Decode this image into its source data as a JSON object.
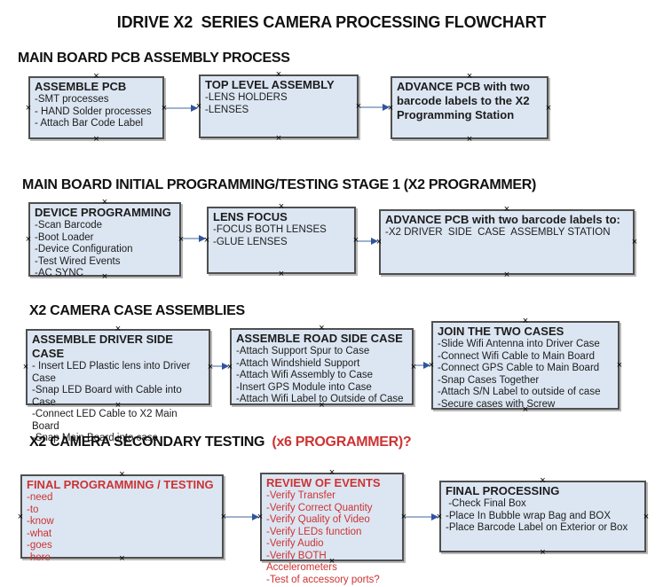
{
  "title": "IDRIVE X2  SERIES CAMERA PROCESSING FLOWCHART",
  "colors": {
    "box_fill": "#dce6f2",
    "box_border": "#4f4f4f",
    "red_text": "#cc3333",
    "arrow_line": "#9fb3cc",
    "arrow_head": "#31549f",
    "heading_text": "#111111",
    "body_text": "#1c1c1c"
  },
  "handle_glyph": "×",
  "sections": [
    {
      "header": "MAIN BOARD PCB ASSEMBLY PROCESS",
      "boxes": [
        {
          "title": "ASSEMBLE PCB",
          "items": [
            "-SMT processes",
            "- HAND Solder processes",
            "- Attach Bar Code Label"
          ]
        },
        {
          "title": "TOP LEVEL ASSEMBLY",
          "items": [
            "-LENS HOLDERS",
            "-LENSES"
          ]
        },
        {
          "title": "ADVANCE PCB with two barcode labels to the  X2 Programming Station",
          "items": []
        }
      ]
    },
    {
      "header": "MAIN BOARD INITIAL PROGRAMMING/TESTING STAGE 1 (X2 PROGRAMMER)",
      "boxes": [
        {
          "title": "DEVICE PROGRAMMING",
          "items": [
            "-Scan Barcode",
            "-Boot Loader",
            "-Device Configuration",
            "-Test Wired Events",
            "-AC SYNC"
          ]
        },
        {
          "title": "LENS FOCUS",
          "items": [
            "-FOCUS BOTH LENSES",
            "-GLUE LENSES"
          ]
        },
        {
          "title": "ADVANCE PCB with two barcode labels to:",
          "items": [
            "-X2 DRIVER  SIDE  CASE  ASSEMBLY STATION"
          ]
        }
      ]
    },
    {
      "header": "X2 CAMERA CASE ASSEMBLIES",
      "boxes": [
        {
          "title": "ASSEMBLE DRIVER SIDE CASE",
          "items": [
            "- Insert LED Plastic lens into Driver Case",
            "-Snap LED Board with Cable into Case",
            "-Connect LED Cable to X2 Main Board",
            "-Snap Main Board into case"
          ]
        },
        {
          "title": "ASSEMBLE ROAD SIDE CASE",
          "items": [
            "-Attach Support Spur to Case",
            "-Attach Windshield Support",
            "-Attach Wifi Assembly to Case",
            "-Insert GPS Module into Case",
            "-Attach Wifi Label to Outside of Case"
          ]
        },
        {
          "title": "JOIN THE TWO CASES",
          "items": [
            "-Slide Wifi Antenna into Driver Case",
            "-Connect Wifi Cable to Main Board",
            "-Connect GPS Cable to Main Board",
            "-Snap Cases Together",
            "-Attach S/N Label to outside of case",
            "-Secure cases with Screw"
          ]
        }
      ]
    },
    {
      "header": "X2 CAMERA SECONDARY TESTING ",
      "header_suffix": " (x6 PROGRAMMER)?",
      "boxes": [
        {
          "title": "FINAL PROGRAMMING / TESTING",
          "color": "red",
          "items": [
            "-need",
            "-to",
            "-know",
            "-what",
            "-goes",
            "-here"
          ]
        },
        {
          "title": "REVIEW OF EVENTS",
          "color": "red",
          "items": [
            "-Verify Transfer",
            "-Verify Correct Quantity",
            "-Verify Quality of Video",
            "-Verify LEDs function",
            "-Verify Audio",
            "-Verify BOTH Accelerometers",
            "-Test of accessory ports?"
          ]
        },
        {
          "title": "FINAL PROCESSING",
          "items": [
            " -Check Final Box",
            "-Place In Bubble wrap Bag and BOX",
            "-Place Barcode Label on Exterior or Box"
          ]
        }
      ]
    }
  ]
}
